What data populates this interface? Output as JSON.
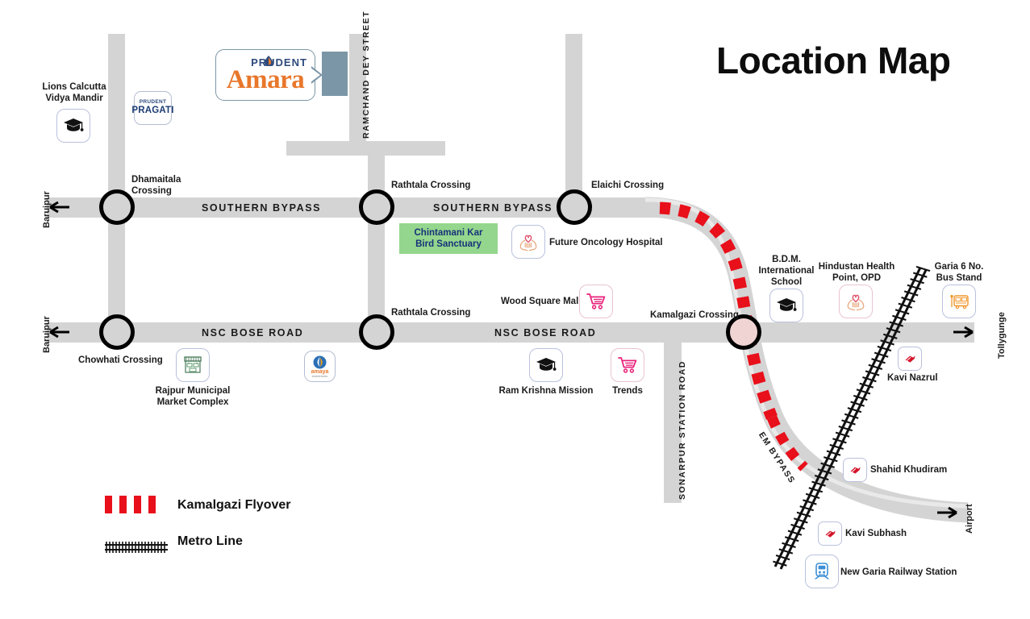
{
  "title": "Location Map",
  "project": {
    "brand": "PRUDENT",
    "name": "Amara",
    "u_icon": "leaf-drop-icon"
  },
  "pragati": {
    "brand": "PRUDENT",
    "name": "PRAGATI"
  },
  "amaya": {
    "name": "amaya",
    "sub": "residences"
  },
  "roads": {
    "southern_bypass_left": "SOUTHERN BYPASS",
    "southern_bypass_right": "SOUTHERN BYPASS",
    "nsc_bose_left": "NSC BOSE ROAD",
    "nsc_bose_right": "NSC BOSE ROAD",
    "ramchand_dey": "RAMCHAND DEY STREET",
    "sonarpur_station": "SONARPUR STATION ROAD",
    "em_bypass": "EM BYPASS"
  },
  "directions": {
    "baruipur_top": "Baruipur",
    "baruipur_bottom": "Baruipur",
    "tollygunge": "Tollygunge",
    "airport": "Airport"
  },
  "crossings": [
    {
      "label": "Dhamaitala\nCrossing",
      "id": "dhamaitala"
    },
    {
      "label": "Rathtala Crossing",
      "id": "rathtala-north"
    },
    {
      "label": "Elaichi Crossing",
      "id": "elaichi"
    },
    {
      "label": "Chowhati Crossing",
      "id": "chowhati"
    },
    {
      "label": "Rathtala Crossing",
      "id": "rathtala-south"
    },
    {
      "label": "Kamalgazi Crossing",
      "id": "kamalgazi"
    }
  ],
  "crossing_labels": {
    "dhamaitala_l1": "Dhamaitala",
    "dhamaitala_l2": "Crossing",
    "rathtala_north": "Rathtala Crossing",
    "elaichi": "Elaichi Crossing",
    "chowhati": "Chowhati Crossing",
    "rathtala_south": "Rathtala Crossing",
    "kamalgazi": "Kamalgazi Crossing"
  },
  "sanctuary": {
    "line1": "Chintamani Kar",
    "line2": "Bird Sanctuary"
  },
  "pois": [
    {
      "id": "lions-calcutta-vidya-mandir",
      "l1": "Lions Calcutta",
      "l2": "Vidya Mandir",
      "icon": "graduation-cap-icon"
    },
    {
      "id": "future-oncology-hospital",
      "l1": "Future Oncology Hospital",
      "l2": "",
      "icon": "heart-hands-icon"
    },
    {
      "id": "wood-square-mall",
      "l1": "Wood Square Mall",
      "l2": "",
      "icon": "shopping-cart-icon"
    },
    {
      "id": "rajpur-municipal-market-complex",
      "l1": "Rajpur Municipal",
      "l2": "Market Complex",
      "icon": "market-stall-icon"
    },
    {
      "id": "ram-krishna-mission",
      "l1": "Ram Krishna Mission",
      "l2": "",
      "icon": "graduation-cap-icon"
    },
    {
      "id": "trends",
      "l1": "Trends",
      "l2": "",
      "icon": "shopping-cart-icon"
    },
    {
      "id": "bdm-international-school",
      "l1": "B.D.M.",
      "l2": "International",
      "l3": "School",
      "icon": "graduation-cap-icon"
    },
    {
      "id": "hindustan-health-point-opd",
      "l1": "Hindustan Health",
      "l2": "Point, OPD",
      "icon": "heart-hands-icon"
    },
    {
      "id": "garia-6-no-bus-stand",
      "l1": "Garia 6 No.",
      "l2": "Bus Stand",
      "icon": "bus-icon"
    },
    {
      "id": "kavi-nazrul",
      "l1": "Kavi Nazrul",
      "l2": "",
      "icon": "metro-icon"
    },
    {
      "id": "shahid-khudiram",
      "l1": "Shahid Khudiram",
      "l2": "",
      "icon": "metro-icon"
    },
    {
      "id": "kavi-subhash",
      "l1": "Kavi Subhash",
      "l2": "",
      "icon": "metro-icon"
    },
    {
      "id": "new-garia-railway-station",
      "l1": "New Garia Railway Station",
      "l2": "",
      "icon": "train-icon"
    }
  ],
  "poi_text": {
    "lions_l1": "Lions Calcutta",
    "lions_l2": "Vidya Mandir",
    "future_oncology": "Future Oncology Hospital",
    "wood_square": "Wood Square Mall",
    "rajpur_l1": "Rajpur Municipal",
    "rajpur_l2": "Market Complex",
    "ram_krishna": "Ram Krishna Mission",
    "trends": "Trends",
    "bdm_l1": "B.D.M.",
    "bdm_l2": "International",
    "bdm_l3": "School",
    "hindustan_l1": "Hindustan Health",
    "hindustan_l2": "Point, OPD",
    "garia_l1": "Garia 6 No.",
    "garia_l2": "Bus Stand",
    "kavi_nazrul": "Kavi Nazrul",
    "shahid_khudiram": "Shahid Khudiram",
    "kavi_subhash": "Kavi Subhash",
    "new_garia": "New Garia Railway Station"
  },
  "legend": {
    "flyover": "Kamalgazi Flyover",
    "metro": "Metro Line"
  },
  "colors": {
    "road": "#d4d4d4",
    "flyover_red": "#e8101b",
    "sanctuary_green": "#94d68d",
    "amara_orange": "#e8772b",
    "prudent_blue": "#2d4a7c",
    "callout_grey": "#7b96a6",
    "metro_red": "#d4142a",
    "train_blue": "#3d8fd6",
    "text": "#1b1b1b"
  }
}
